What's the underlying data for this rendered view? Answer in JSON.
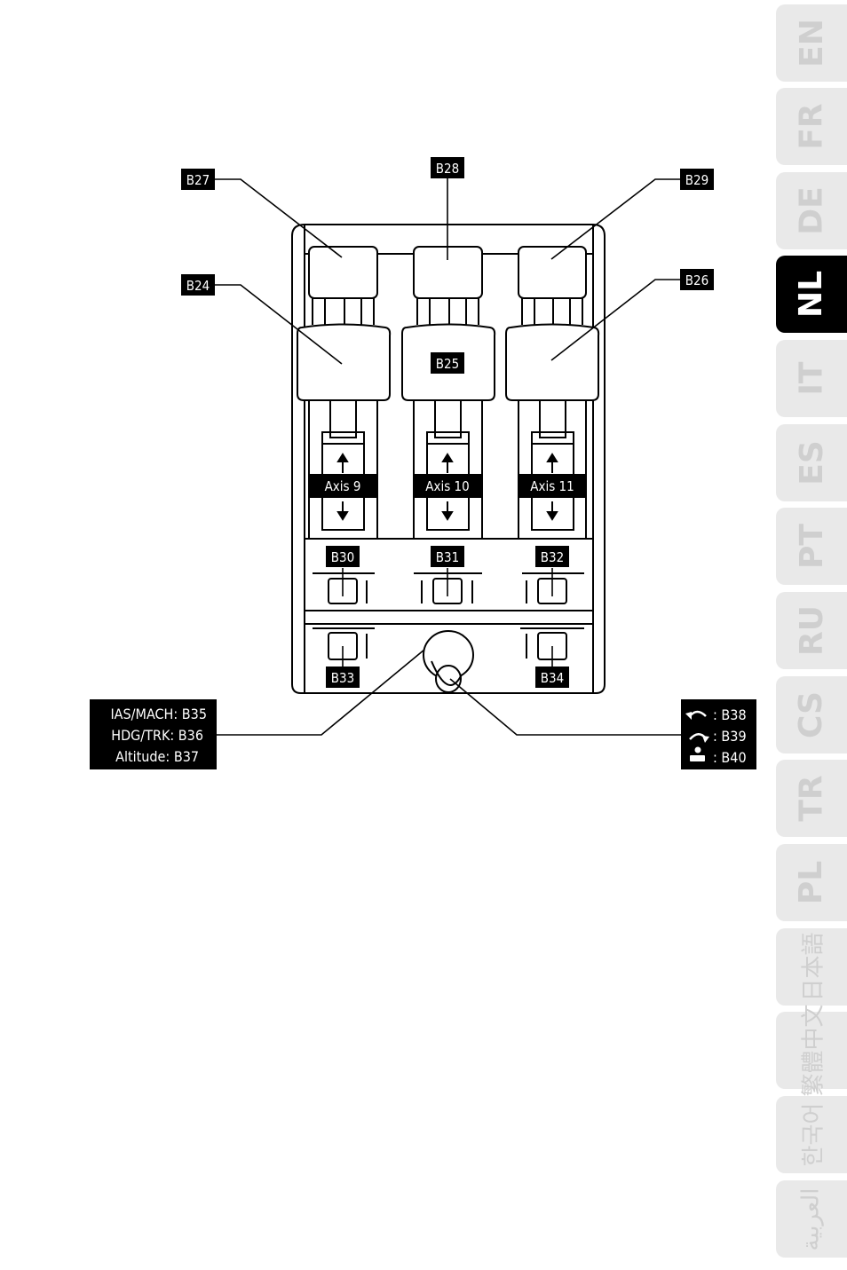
{
  "languages": [
    {
      "code": "EN",
      "active": false
    },
    {
      "code": "FR",
      "active": false
    },
    {
      "code": "DE",
      "active": false
    },
    {
      "code": "NL",
      "active": true
    },
    {
      "code": "IT",
      "active": false
    },
    {
      "code": "ES",
      "active": false
    },
    {
      "code": "PT",
      "active": false
    },
    {
      "code": "RU",
      "active": false
    },
    {
      "code": "CS",
      "active": false
    },
    {
      "code": "TR",
      "active": false
    },
    {
      "code": "PL",
      "active": false
    },
    {
      "code": "日本語",
      "active": false
    },
    {
      "code": "繁體中文",
      "active": false
    },
    {
      "code": "한국어",
      "active": false
    },
    {
      "code": "العربية",
      "active": false
    }
  ],
  "labels": {
    "b24": "B24",
    "b25": "B25",
    "b26": "B26",
    "b27": "B27",
    "b28": "B28",
    "b29": "B29",
    "b30": "B30",
    "b31": "B31",
    "b32": "B32",
    "b33": "B33",
    "b34": "B34",
    "axis9": "Axis 9",
    "axis10": "Axis 10",
    "axis11": "Axis 11"
  },
  "left_callout": [
    "IAS/MACH: B35",
    "HDG/TRK: B36",
    "Altitude: B37"
  ],
  "right_callout": [
    {
      "icon": "rotate-left-icon",
      "text": ": B38"
    },
    {
      "icon": "rotate-right-icon",
      "text": ": B39"
    },
    {
      "icon": "push-icon",
      "text": ": B40"
    }
  ]
}
